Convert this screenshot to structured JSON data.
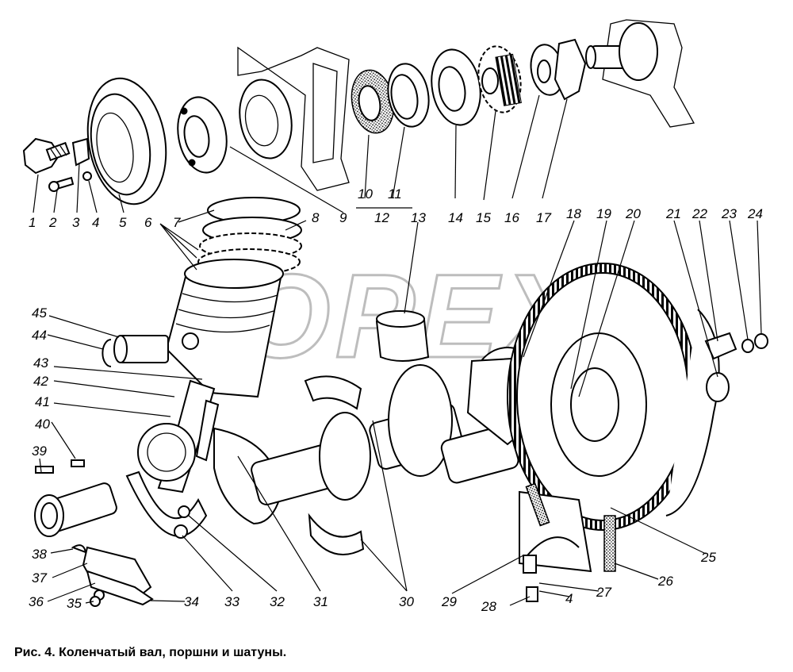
{
  "caption": "Рис. 4. Коленчатый вал, поршни и шатуны.",
  "watermark": "OPEX",
  "callouts": [
    "1",
    "2",
    "3",
    "4",
    "5",
    "6",
    "7",
    "8",
    "9",
    "10",
    "11",
    "12",
    "13",
    "14",
    "15",
    "16",
    "17",
    "18",
    "19",
    "20",
    "21",
    "22",
    "23",
    "24",
    "25",
    "26",
    "27",
    "4",
    "28",
    "29",
    "30",
    "31",
    "32",
    "33",
    "34",
    "35",
    "36",
    "37",
    "38",
    "39",
    "40",
    "41",
    "42",
    "43",
    "44",
    "45"
  ]
}
